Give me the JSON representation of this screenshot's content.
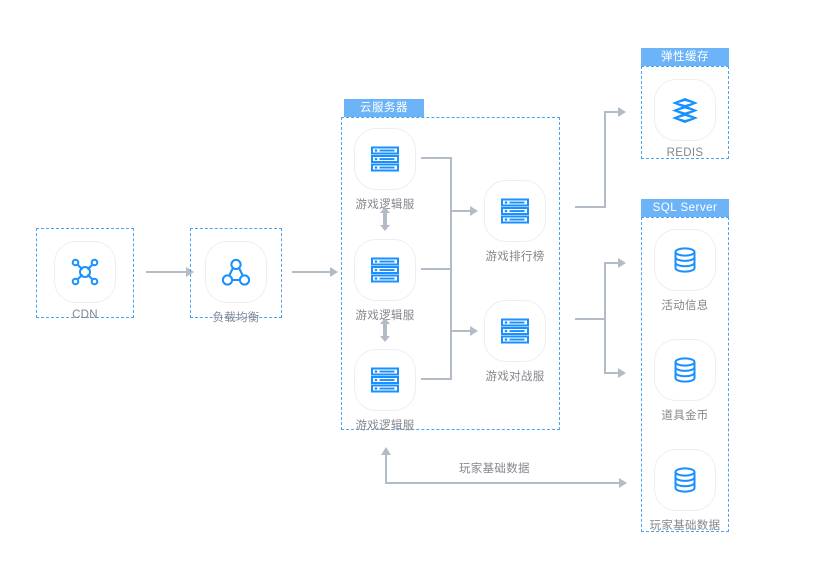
{
  "diagram": {
    "title": "game-cloud-architecture",
    "accent_blue": "#1890ff",
    "tab_blue": "#6cb4f7",
    "dash_blue": "#4ba3f5",
    "line_gray": "#b3bcc6",
    "caption_gray": "#83868c"
  },
  "entry": {
    "cdn": {
      "label": "CDN",
      "icon": "cdn-network-icon"
    },
    "load_balancer": {
      "label": "负载均衡",
      "icon": "load-balancer-icon"
    }
  },
  "cloud_server": {
    "tab_label": "云服务器",
    "logic_servers": [
      {
        "label": "游戏逻辑服",
        "icon": "server-icon"
      },
      {
        "label": "游戏逻辑服",
        "icon": "server-icon"
      },
      {
        "label": "游戏逻辑服",
        "icon": "server-icon"
      }
    ],
    "service_servers": [
      {
        "label": "游戏排行榜",
        "icon": "server-icon"
      },
      {
        "label": "游戏对战服",
        "icon": "server-icon"
      }
    ]
  },
  "cache": {
    "tab_label": "弹性缓存",
    "nodes": [
      {
        "label": "REDIS",
        "icon": "redis-stack-icon"
      }
    ]
  },
  "sql_server": {
    "tab_label": "SQL Server",
    "nodes": [
      {
        "label": "活动信息",
        "icon": "database-icon"
      },
      {
        "label": "道具金币",
        "icon": "database-icon"
      },
      {
        "label": "玩家基础数据",
        "icon": "database-icon"
      }
    ]
  },
  "flows": {
    "player_base_data": "玩家基础数据"
  }
}
